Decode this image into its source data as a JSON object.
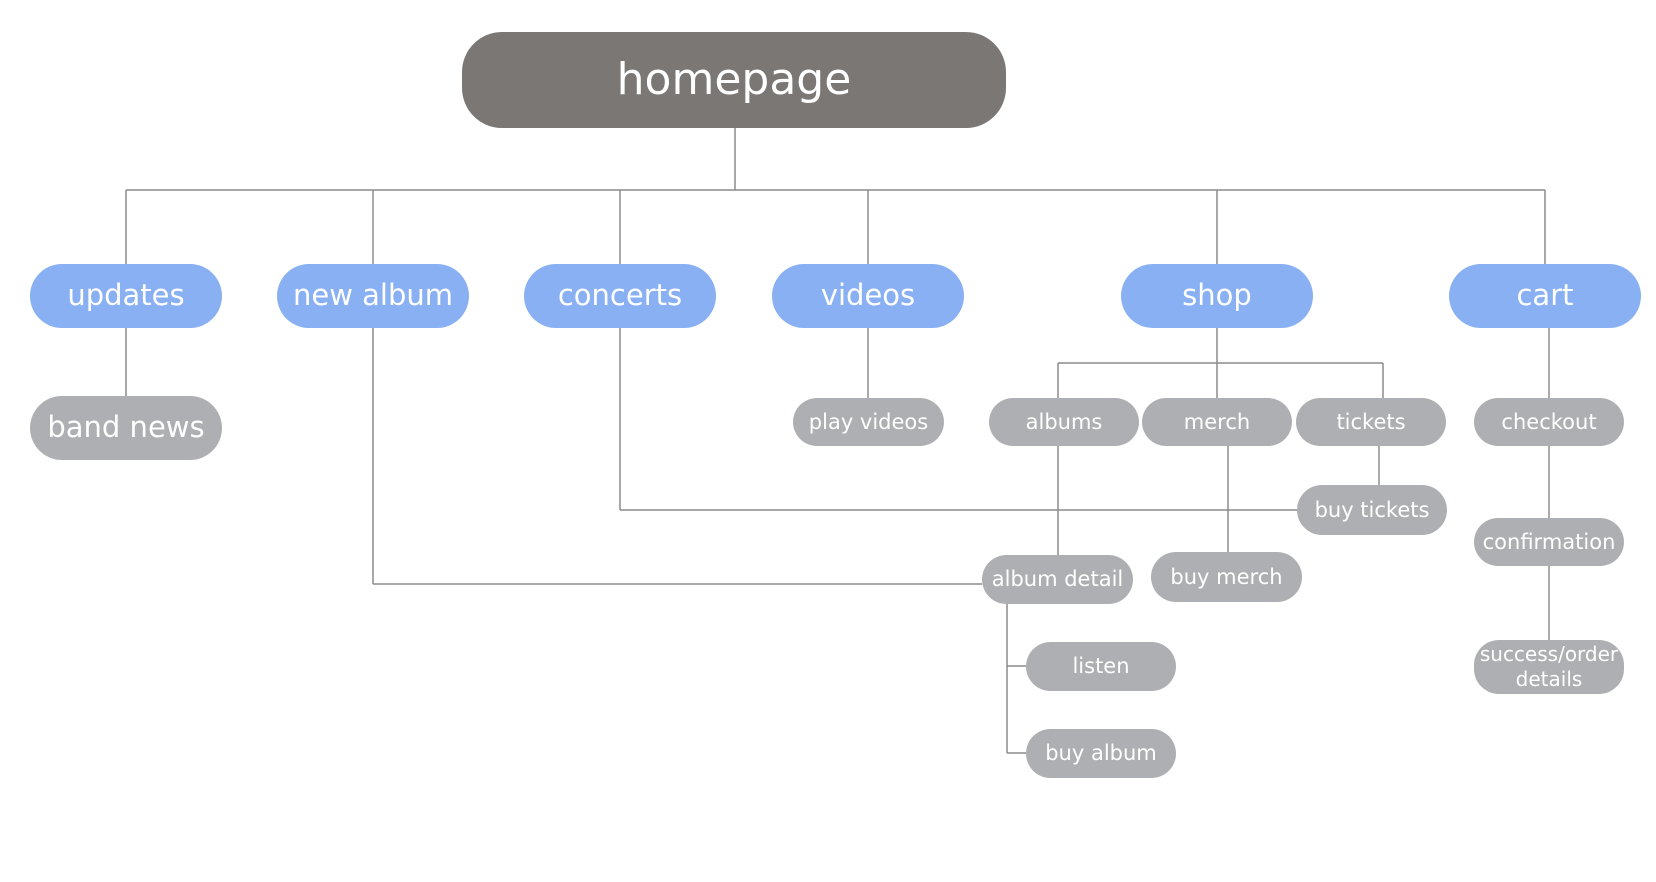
{
  "root": {
    "label": "homepage"
  },
  "sections": {
    "updates": "updates",
    "new_album": "new album",
    "concerts": "concerts",
    "videos": "videos",
    "shop": "shop",
    "cart": "cart"
  },
  "pages": {
    "band_news": "band news",
    "play_videos": "play videos",
    "albums": "albums",
    "merch": "merch",
    "tickets": "tickets",
    "buy_tickets": "buy tickets",
    "album_detail": "album detail",
    "buy_merch": "buy merch",
    "listen": "listen",
    "buy_album": "buy album",
    "checkout": "checkout",
    "confirmation": "confirmation",
    "success_order_details": "success/order details"
  },
  "colors": {
    "root": "#7a7775",
    "section": "#88b0f2",
    "page": "#aeafb2",
    "connector": "#8c8c8c"
  }
}
